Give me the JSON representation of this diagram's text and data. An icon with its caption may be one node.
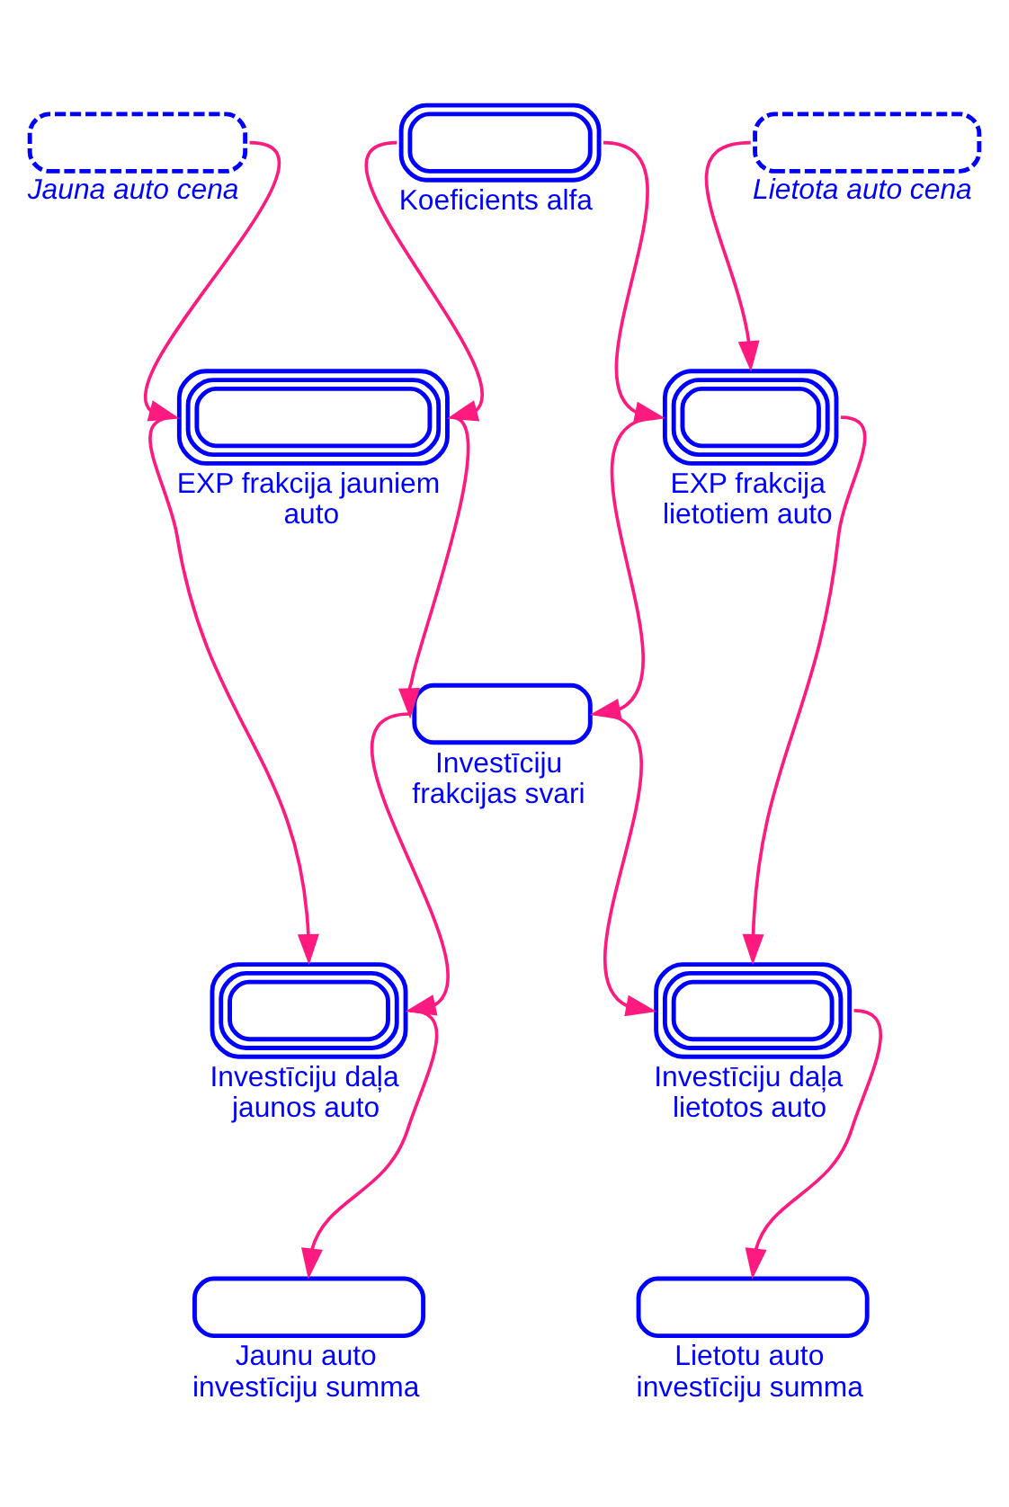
{
  "diagram": {
    "nodes": [
      {
        "text": [
          "Koeficients alfa"
        ]
      },
      {
        "text": [
          "Jauna auto cena"
        ]
      },
      {
        "text": [
          "Lietota auto cena"
        ]
      },
      {
        "text": [
          "EXP frakcija jauniem auto"
        ]
      },
      {
        "text": [
          "EXP frakcija lietotiem auto"
        ]
      },
      {
        "text": [
          "Investīciju frakcijas svari"
        ]
      },
      {
        "text": [
          "Investīciju daļa jaunos auto"
        ]
      },
      {
        "text": [
          "Investīciju daļa lietotos auto"
        ]
      },
      {
        "text": [
          "Jaunu auto investīciju summa"
        ]
      },
      {
        "text": [
          "Lietotu auto investīciju summa"
        ]
      }
    ],
    "edges": [
      {
        "from": 1,
        "to": 3,
        "arrow": "to"
      },
      {
        "from": 0,
        "to": 3,
        "arrow": "to"
      },
      {
        "from": 0,
        "to": 4,
        "arrow": "to"
      },
      {
        "from": 2,
        "to": 4,
        "arrow": "to"
      },
      {
        "from": 3,
        "to": 5,
        "arrow": "to"
      },
      {
        "from": 4,
        "to": 5,
        "arrow": "to"
      },
      {
        "from": 3,
        "to": 6,
        "arrow": "to"
      },
      {
        "from": 5,
        "to": 6,
        "arrow": "to"
      },
      {
        "from": 5,
        "to": 7,
        "arrow": "to"
      },
      {
        "from": 4,
        "to": 7,
        "arrow": "to"
      },
      {
        "from": 6,
        "to": 8,
        "arrow": "to"
      },
      {
        "from": 7,
        "to": 9,
        "arrow": "to"
      }
    ]
  }
}
